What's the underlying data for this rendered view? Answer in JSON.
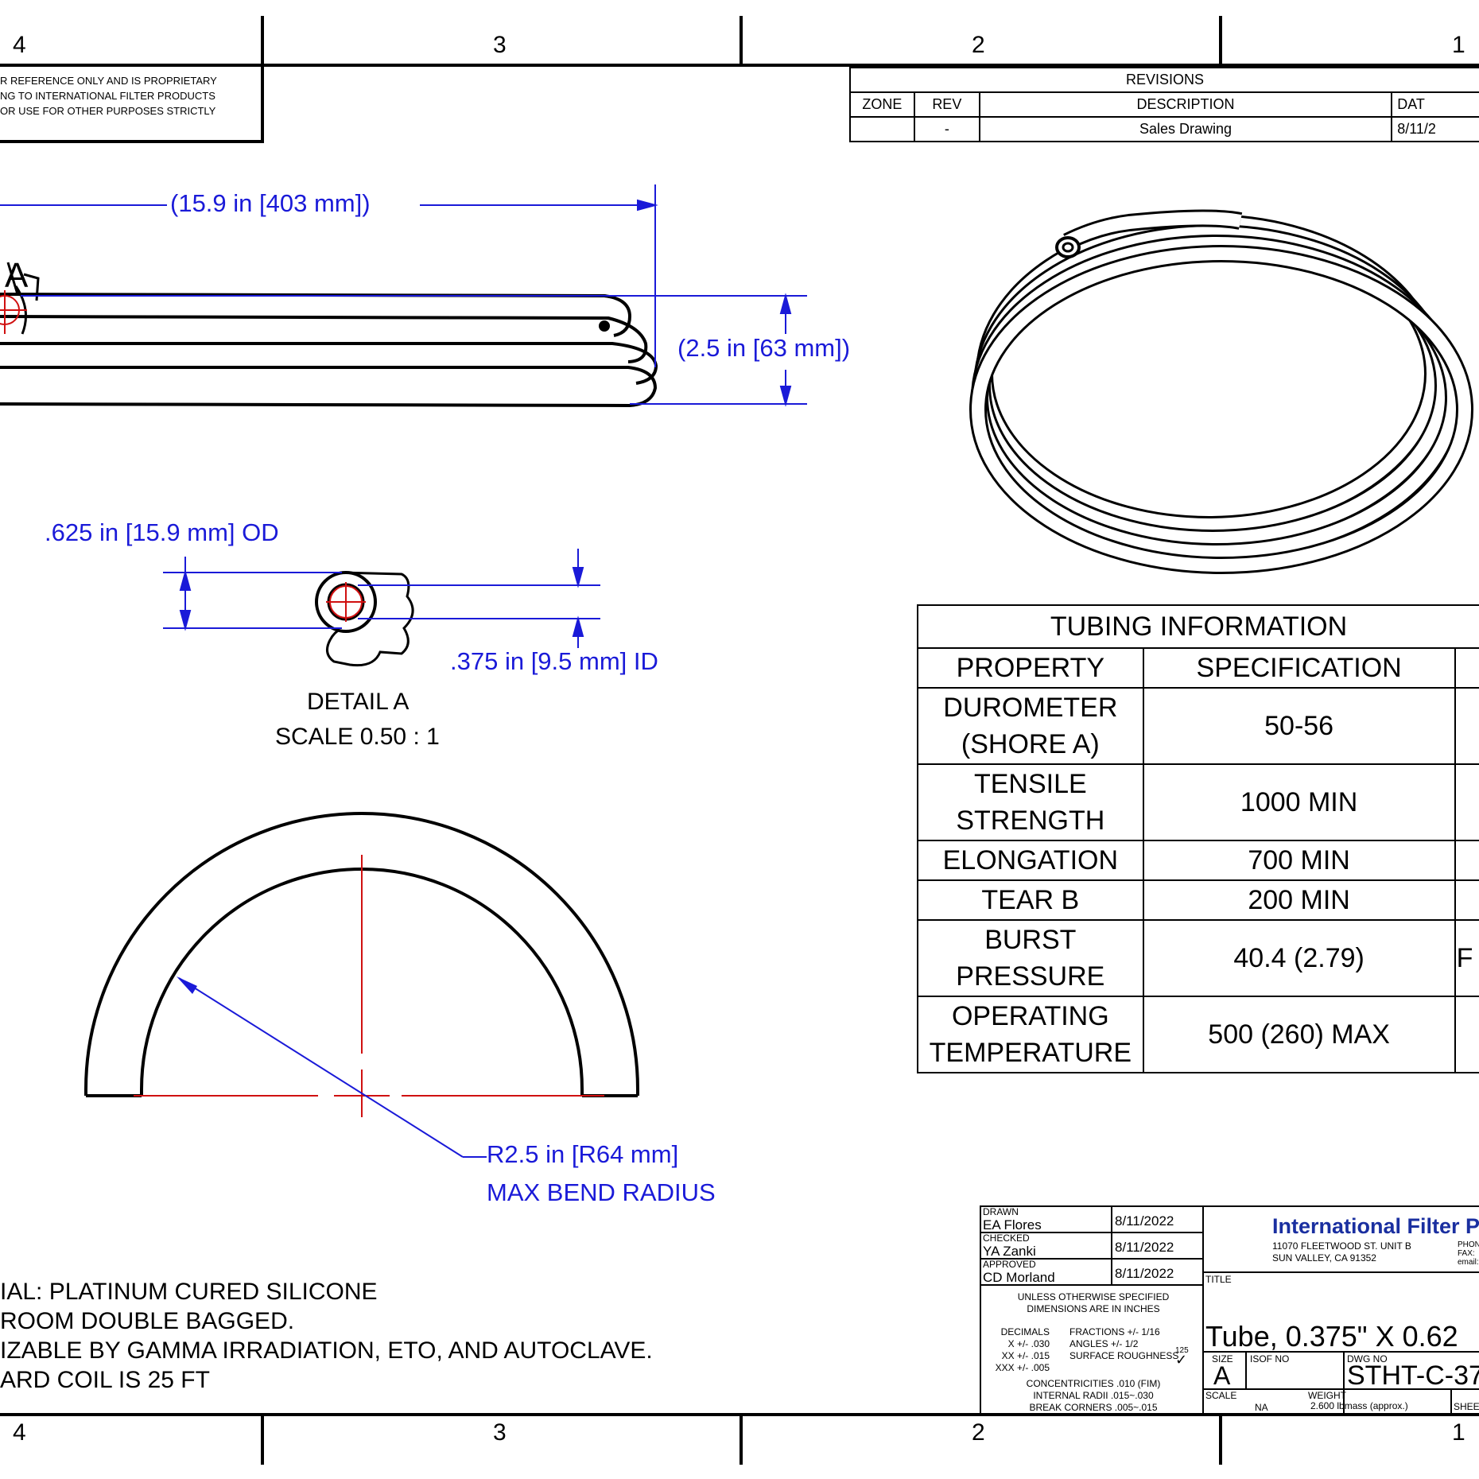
{
  "zones": {
    "top": [
      "4",
      "3",
      "2",
      "1"
    ],
    "bottom": [
      "4",
      "3",
      "2",
      "1"
    ]
  },
  "notice": {
    "lines": [
      "R REFERENCE ONLY AND IS PROPRIETARY",
      "NG TO INTERNATIONAL FILTER PRODUCTS",
      " OR USE FOR OTHER PURPOSES STRICTLY"
    ]
  },
  "revisions": {
    "title": "REVISIONS",
    "headers": [
      "ZONE",
      "REV",
      "DESCRIPTION",
      "DAT"
    ],
    "rows": [
      [
        "",
        "-",
        "Sales Drawing",
        "8/11/2"
      ]
    ]
  },
  "dimensions": {
    "coil_length": "(15.9 in [403 mm])",
    "coil_height": "(2.5 in [63 mm])",
    "od": ".625 in [15.9 mm] OD",
    "id": ".375 in [9.5 mm] ID",
    "radius_line1": "R2.5 in [R64 mm]",
    "radius_line2": "MAX BEND RADIUS",
    "view_label": "A"
  },
  "detail": {
    "title": "DETAIL  A",
    "scale": "SCALE 0.50 : 1"
  },
  "tubing_table": {
    "title": "TUBING INFORMATION",
    "headers": [
      "PROPERTY",
      "SPECIFICATION"
    ],
    "rows": [
      {
        "property": [
          "DUROMETER",
          "(SHORE A)"
        ],
        "spec": "50-56",
        "extra": ""
      },
      {
        "property": [
          "TENSILE",
          "STRENGTH"
        ],
        "spec": "1000 MIN",
        "extra": ""
      },
      {
        "property": [
          "ELONGATION"
        ],
        "spec": "700 MIN",
        "extra": ""
      },
      {
        "property": [
          "TEAR B"
        ],
        "spec": "200 MIN",
        "extra": ""
      },
      {
        "property": [
          "BURST",
          "PRESSURE"
        ],
        "spec": "40.4 (2.79)",
        "extra": "F"
      },
      {
        "property": [
          "OPERATING",
          "TEMPERATURE"
        ],
        "spec": "500 (260) MAX",
        "extra": ""
      }
    ]
  },
  "notes": [
    "IAL: PLATINUM CURED SILICONE",
    "ROOM DOUBLE BAGGED.",
    "IZABLE BY GAMMA IRRADIATION, ETO, AND AUTOCLAVE.",
    "ARD COIL IS 25 FT"
  ],
  "title_block": {
    "drawn_label": "DRAWN",
    "drawn_by": "EA Flores",
    "drawn_date": "8/11/2022",
    "checked_label": "CHECKED",
    "checked_by": "YA Zanki",
    "checked_date": "8/11/2022",
    "approved_label": "APPROVED",
    "approved_by": "CD Morland",
    "approved_date": "8/11/2022",
    "company": "International Filter P",
    "address1": "11070 FLEETWOOD ST. UNIT B",
    "address2": "SUN VALLEY, CA 91352",
    "contact": [
      "PHON",
      "FAX:",
      "email:"
    ],
    "title_label": "TITLE",
    "title": "Tube, 0.375\" X 0.62",
    "tol_header": [
      "UNLESS OTHERWISE SPECIFIED",
      "DIMENSIONS ARE IN INCHES"
    ],
    "tol_decimals": [
      "DECIMALS",
      "X +/- .030",
      "XX +/- .015",
      "XXX +/- .005"
    ],
    "tol_other": [
      "FRACTIONS +/- 1/16",
      "ANGLES +/- 1/2",
      "SURFACE ROUGHNESS"
    ],
    "roughness_value": "125",
    "tol_footer": [
      "CONCENTRICITIES .010 (FIM)",
      "INTERNAL RADII .015~.030",
      "BREAK CORNERS .005~.015"
    ],
    "size_label": "SIZE",
    "size": "A",
    "isof_label": "ISOF NO",
    "dwg_label": "DWG NO",
    "dwg_no": "STHT-C-37",
    "scale_label": "SCALE",
    "scale": "NA",
    "weight_label": "WEIGHT",
    "weight": "2.600 lbmass (approx.)",
    "sheet_label": "SHEE"
  }
}
